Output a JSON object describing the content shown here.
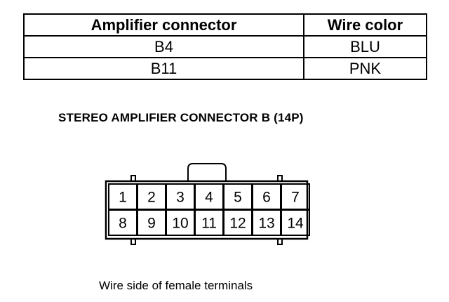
{
  "table": {
    "headers": [
      "Amplifier connector",
      "Wire color"
    ],
    "rows": [
      [
        "B4",
        "BLU"
      ],
      [
        "B11",
        "PNK"
      ]
    ]
  },
  "connector": {
    "title": "STEREO AMPLIFIER CONNECTOR B (14P)",
    "caption": "Wire side of female terminals",
    "pins_top": [
      "1",
      "2",
      "3",
      "4",
      "5",
      "6",
      "7"
    ],
    "pins_bottom": [
      "8",
      "9",
      "10",
      "11",
      "12",
      "13",
      "14"
    ]
  }
}
